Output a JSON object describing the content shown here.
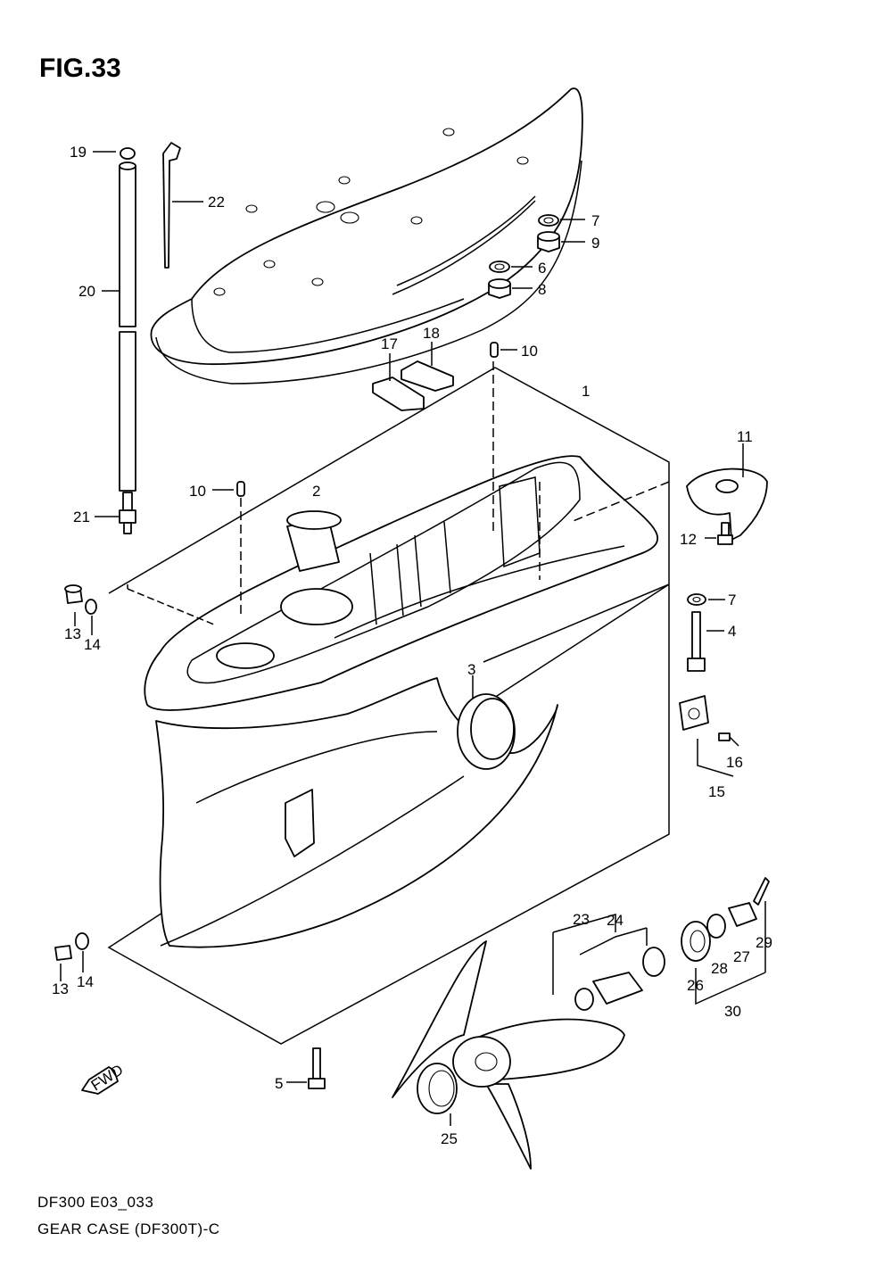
{
  "figure": {
    "title": "FIG.33",
    "code": "DF300 E03_033",
    "caption": "GEAR CASE (DF300T)-C"
  },
  "fwd_label": "FWD",
  "callouts": [
    "1",
    "2",
    "3",
    "4",
    "5",
    "6",
    "7",
    "7",
    "8",
    "9",
    "10",
    "10",
    "11",
    "12",
    "13",
    "13",
    "14",
    "14",
    "15",
    "16",
    "17",
    "18",
    "19",
    "20",
    "21",
    "22",
    "23",
    "24",
    "25",
    "26",
    "27",
    "28",
    "29",
    "30"
  ]
}
